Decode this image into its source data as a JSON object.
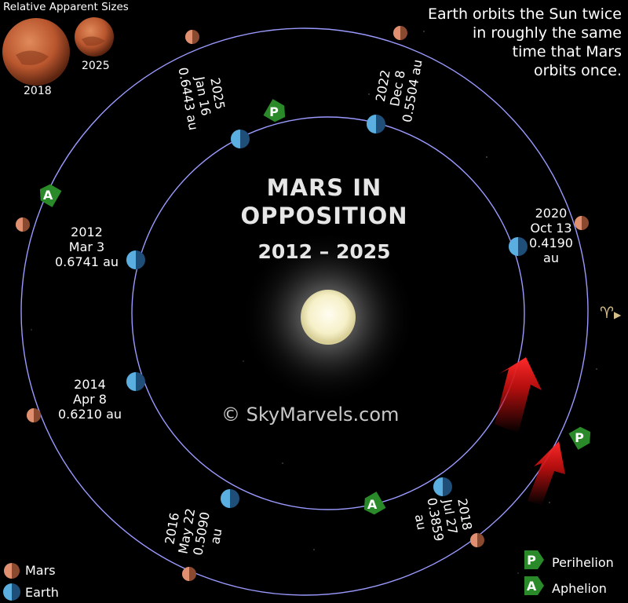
{
  "sizes_panel": {
    "title": "Relative Apparent Sizes",
    "label_big": "2018",
    "label_small": "2025"
  },
  "note": {
    "lines": [
      "Earth orbits the Sun twice",
      "in roughly the same",
      "time that Mars",
      "orbits once."
    ]
  },
  "center": {
    "title_line1": "MARS IN",
    "title_line2": "OPPOSITION",
    "years": "2012 – 2025"
  },
  "copyright": "© SkyMarvels.com",
  "aries_symbol": "♈",
  "legend": {
    "mars_label": "Mars",
    "earth_label": "Earth",
    "perihelion_label": "Perihelion",
    "aphelion_label": "Aphelion",
    "p_letter": "P",
    "a_letter": "A"
  },
  "oppositions": [
    {
      "year": "2012",
      "date": "Mar 3",
      "distance": "0.6741 au"
    },
    {
      "year": "2014",
      "date": "Apr 8",
      "distance": "0.6210 au"
    },
    {
      "year": "2016",
      "date": "May 22",
      "distance": "0.5090",
      "unit": "au"
    },
    {
      "year": "2018",
      "date": "Jul 27",
      "distance": "0.3859",
      "unit": "au"
    },
    {
      "year": "2020",
      "date": "Oct 13",
      "distance": "0.4190",
      "unit": "au"
    },
    {
      "year": "2022",
      "date": "Dec 8",
      "distance": "0.5504 au"
    },
    {
      "year": "2025",
      "date": "Jan 16",
      "distance": "0.6443 au"
    }
  ],
  "colors": {
    "orbit": "#9a9aff",
    "mars": "#e09070",
    "earth": "#5aaee0",
    "marker": "#2a8a2a",
    "arrow": "#c81010"
  }
}
